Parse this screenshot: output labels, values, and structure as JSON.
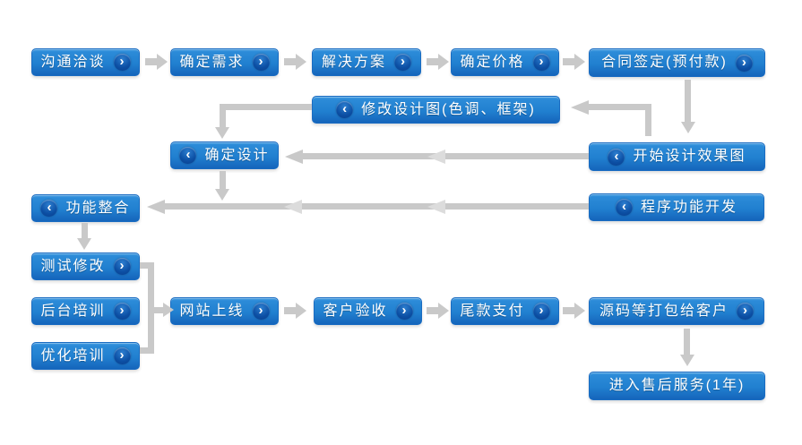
{
  "page": {
    "background": "#ffffff"
  },
  "colors": {
    "node_gradient_top": "#4aa0e2",
    "node_gradient_bottom": "#1565bb",
    "node_border": "#1a6cc2",
    "node_text": "#ffffff",
    "badge_blue": "#0c4fa4",
    "arrow_gray": "#c9c9c9"
  },
  "icons": {
    "chevron_right": "›",
    "chevron_left": "‹"
  },
  "flowchart": {
    "nodes": [
      {
        "id": "communication",
        "label": "沟通洽谈",
        "chevron": "right"
      },
      {
        "id": "requirements",
        "label": "确定需求",
        "chevron": "right"
      },
      {
        "id": "solution",
        "label": "解决方案",
        "chevron": "right"
      },
      {
        "id": "price",
        "label": "确定价格",
        "chevron": "right"
      },
      {
        "id": "contract",
        "label": "合同签定(预付款)",
        "chevron": "right"
      },
      {
        "id": "revise-design",
        "label": "修改设计图(色调、框架)",
        "chevron": "left"
      },
      {
        "id": "confirm-design",
        "label": "确定设计",
        "chevron": "left"
      },
      {
        "id": "start-design",
        "label": "开始设计效果图",
        "chevron": "left"
      },
      {
        "id": "feature-integration",
        "label": "功能整合",
        "chevron": "left"
      },
      {
        "id": "program-development",
        "label": "程序功能开发",
        "chevron": "left"
      },
      {
        "id": "testing",
        "label": "测试修改",
        "chevron": "right"
      },
      {
        "id": "backend-training",
        "label": "后台培训",
        "chevron": "right"
      },
      {
        "id": "optimization-training",
        "label": "优化培训",
        "chevron": "right"
      },
      {
        "id": "site-launch",
        "label": "网站上线",
        "chevron": "right"
      },
      {
        "id": "client-acceptance",
        "label": "客户验收",
        "chevron": "right"
      },
      {
        "id": "final-payment",
        "label": "尾款支付",
        "chevron": "right"
      },
      {
        "id": "source-delivery",
        "label": "源码等打包给客户",
        "chevron": "right"
      },
      {
        "id": "after-sales",
        "label": "进入售后服务(1年)",
        "chevron": "none"
      }
    ],
    "edges": [
      {
        "from": "沟通洽谈",
        "to": "确定需求"
      },
      {
        "from": "确定需求",
        "to": "解决方案"
      },
      {
        "from": "解决方案",
        "to": "确定价格"
      },
      {
        "from": "确定价格",
        "to": "合同签定(预付款)"
      },
      {
        "from": "合同签定(预付款)",
        "to": "开始设计效果图"
      },
      {
        "from": "开始设计效果图",
        "to": "修改设计图(色调、框架)"
      },
      {
        "from": "修改设计图(色调、框架)",
        "to": "确定设计"
      },
      {
        "from": "开始设计效果图",
        "to": "确定设计"
      },
      {
        "from": "确定设计",
        "to": "功能整合"
      },
      {
        "from": "程序功能开发",
        "to": "功能整合"
      },
      {
        "from": "功能整合",
        "to": "测试修改"
      },
      {
        "from": "测试修改",
        "to": "网站上线"
      },
      {
        "from": "后台培训",
        "to": "网站上线"
      },
      {
        "from": "优化培训",
        "to": "网站上线"
      },
      {
        "from": "网站上线",
        "to": "客户验收"
      },
      {
        "from": "客户验收",
        "to": "尾款支付"
      },
      {
        "from": "尾款支付",
        "to": "源码等打包给客户"
      },
      {
        "from": "源码等打包给客户",
        "to": "进入售后服务(1年)"
      }
    ]
  }
}
